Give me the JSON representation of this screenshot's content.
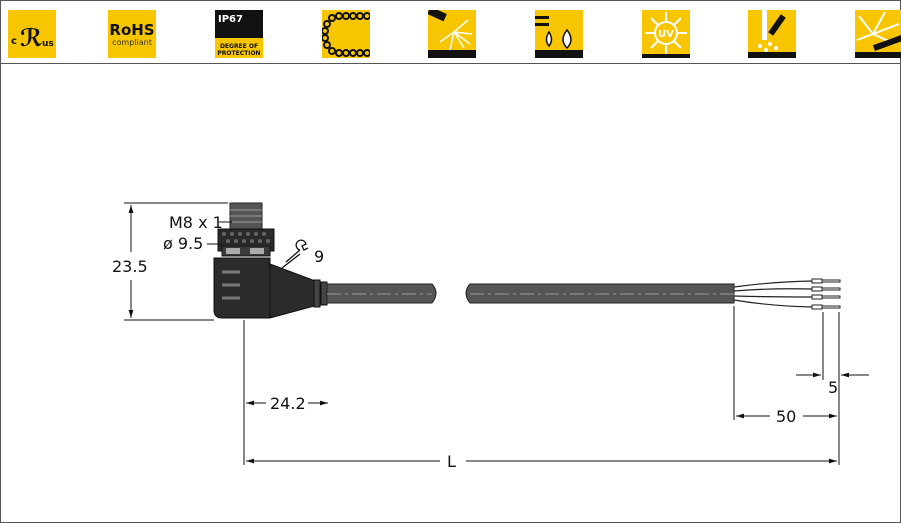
{
  "badges": {
    "ul": {
      "prefix": "c",
      "suffix": "us"
    },
    "rohs": {
      "title": "RoHS",
      "subtitle": "compliant"
    },
    "ip": {
      "rating": "IP67",
      "line1": "DEGREE OF",
      "line2": "PROTECTION"
    },
    "uv": {
      "text": "UV"
    }
  },
  "drawing": {
    "thread": "M8 x 1",
    "diameter": "ø 9.5",
    "wrench_size": "9",
    "height": "23.5",
    "offset": "24.2",
    "strip_length": "5",
    "lead_length": "50",
    "length": "L"
  }
}
